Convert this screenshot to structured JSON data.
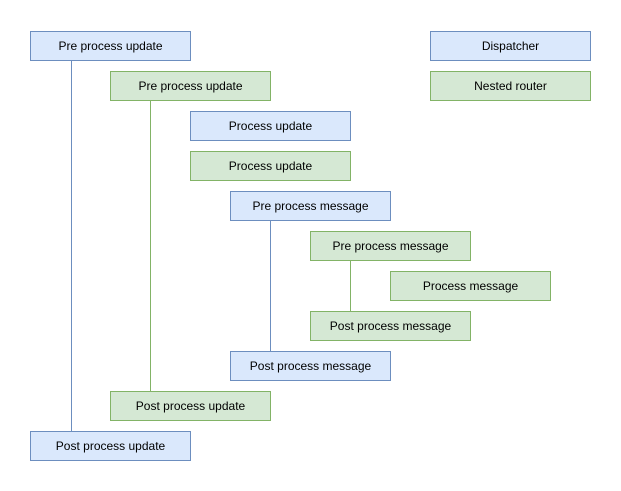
{
  "palette": {
    "background": "#ffffff",
    "text": "#000000",
    "blue_fill": "#dae8fc",
    "blue_border": "#6c8ebf",
    "green_fill": "#d5e8d4",
    "green_border": "#82b366"
  },
  "legend": {
    "dispatcher": {
      "label": "Dispatcher",
      "color_key": "blue"
    },
    "nested_router": {
      "label": "Nested router",
      "color_key": "green"
    }
  },
  "nodes": [
    {
      "label": "Pre process update",
      "lane": "dispatcher",
      "color_key": "blue"
    },
    {
      "label": "Pre process update",
      "lane": "nested_router",
      "color_key": "green"
    },
    {
      "label": "Process update",
      "lane": "dispatcher",
      "color_key": "blue"
    },
    {
      "label": "Process update",
      "lane": "nested_router",
      "color_key": "green"
    },
    {
      "label": "Pre process message",
      "lane": "dispatcher",
      "color_key": "blue"
    },
    {
      "label": "Pre process message",
      "lane": "nested_router",
      "color_key": "green"
    },
    {
      "label": "Process message",
      "lane": "nested_router",
      "color_key": "green"
    },
    {
      "label": "Post process message",
      "lane": "nested_router",
      "color_key": "green"
    },
    {
      "label": "Post process message",
      "lane": "dispatcher",
      "color_key": "blue"
    },
    {
      "label": "Post process update",
      "lane": "nested_router",
      "color_key": "green"
    },
    {
      "label": "Post process update",
      "lane": "dispatcher",
      "color_key": "blue"
    }
  ],
  "connectors": [
    {
      "from": "Pre process update (dispatcher)",
      "to": "Post process update (dispatcher)",
      "color_key": "blue"
    },
    {
      "from": "Pre process update (nested router)",
      "to": "Post process update (nested router)",
      "color_key": "green"
    },
    {
      "from": "Pre process message (dispatcher)",
      "to": "Post process message (dispatcher)",
      "color_key": "blue"
    },
    {
      "from": "Pre process message (nested router)",
      "to": "Post process message (nested router)",
      "color_key": "green"
    }
  ]
}
